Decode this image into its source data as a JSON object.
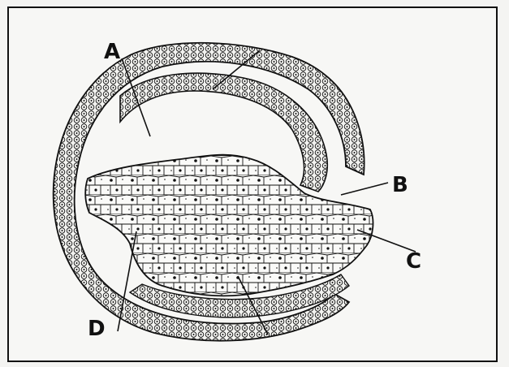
{
  "labels": {
    "a": "A",
    "b": "B",
    "c": "C",
    "d": "D"
  },
  "colors": {
    "ink": "#111111",
    "paper": "#f7f7f5"
  }
}
